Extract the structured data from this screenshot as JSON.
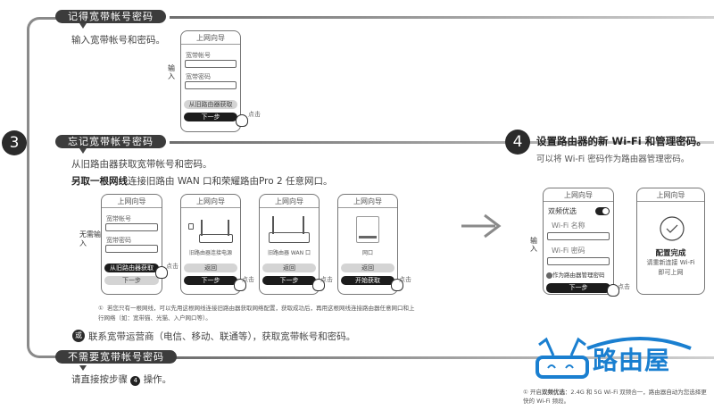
{
  "step3": {
    "number": "3",
    "sec1": {
      "header": "记得宽带帐号密码",
      "text": "输入宽带帐号和密码。"
    },
    "sec2": {
      "header": "忘记宽带帐号密码",
      "text1": "从旧路由器获取宽带帐号和密码。",
      "text2_bold": "另取一根网线",
      "text2_rest": "连接旧路由 WAN 口和荣耀路由Pro 2 任意网口。",
      "note_marker": "①",
      "note": "若您只有一根网线，可以先用这根网线连接旧路由器获取网络配置，获取成功后，再用这根网线连接路由器任意网口和上行网络（如：宽带猫、光猫、入户网口等）。",
      "or_badge": "或",
      "or_text": "联系宽带运营商（电信、移动、联通等），获取宽带帐号和密码。"
    },
    "sec3": {
      "header": "不需要宽带帐号密码",
      "text_before": "请直接按步骤",
      "step_ref": "4",
      "text_after": "操作。"
    }
  },
  "phone_common": {
    "title": "上网向导",
    "account": "宽带帐号",
    "password": "宽带密码",
    "get_old": "从旧路由器获取",
    "next": "下一步",
    "back": "返回",
    "click": "点击",
    "input_label": "输入",
    "no_input_label": "无需输入"
  },
  "phones_row": {
    "p2_caption": "旧路由器连接电源",
    "p3_caption": "旧路由器 WAN 口",
    "p4_caption": "网口",
    "p4_button": "开始获取"
  },
  "step4": {
    "number": "4",
    "title": "设置路由器的新 Wi-Fi 和管理密码。",
    "subtitle": "可以将 Wi-Fi 密码作为路由器管理密码。",
    "phone_a": {
      "dual_band": "双频优选",
      "wifi_name": "Wi-Fi 名称",
      "wifi_pwd": "Wi-Fi 密码",
      "as_admin": "作为路由器管理密码",
      "dual_band_on": true
    },
    "phone_b": {
      "done": "配置完成",
      "line1": "请重新连接 Wi-Fi",
      "line2": "即可上网"
    },
    "note_marker": "①",
    "note_pre": "开启",
    "note_bold": "双频优选",
    "note_rest": "：2.4G 和 5G Wi-Fi 双频合一，路由器自动为您选择更快的 Wi-Fi 频段。"
  },
  "watermark": "路由屋",
  "colors": {
    "dark": "#2b2b2b",
    "logo_blue": "#1a7fd0"
  }
}
